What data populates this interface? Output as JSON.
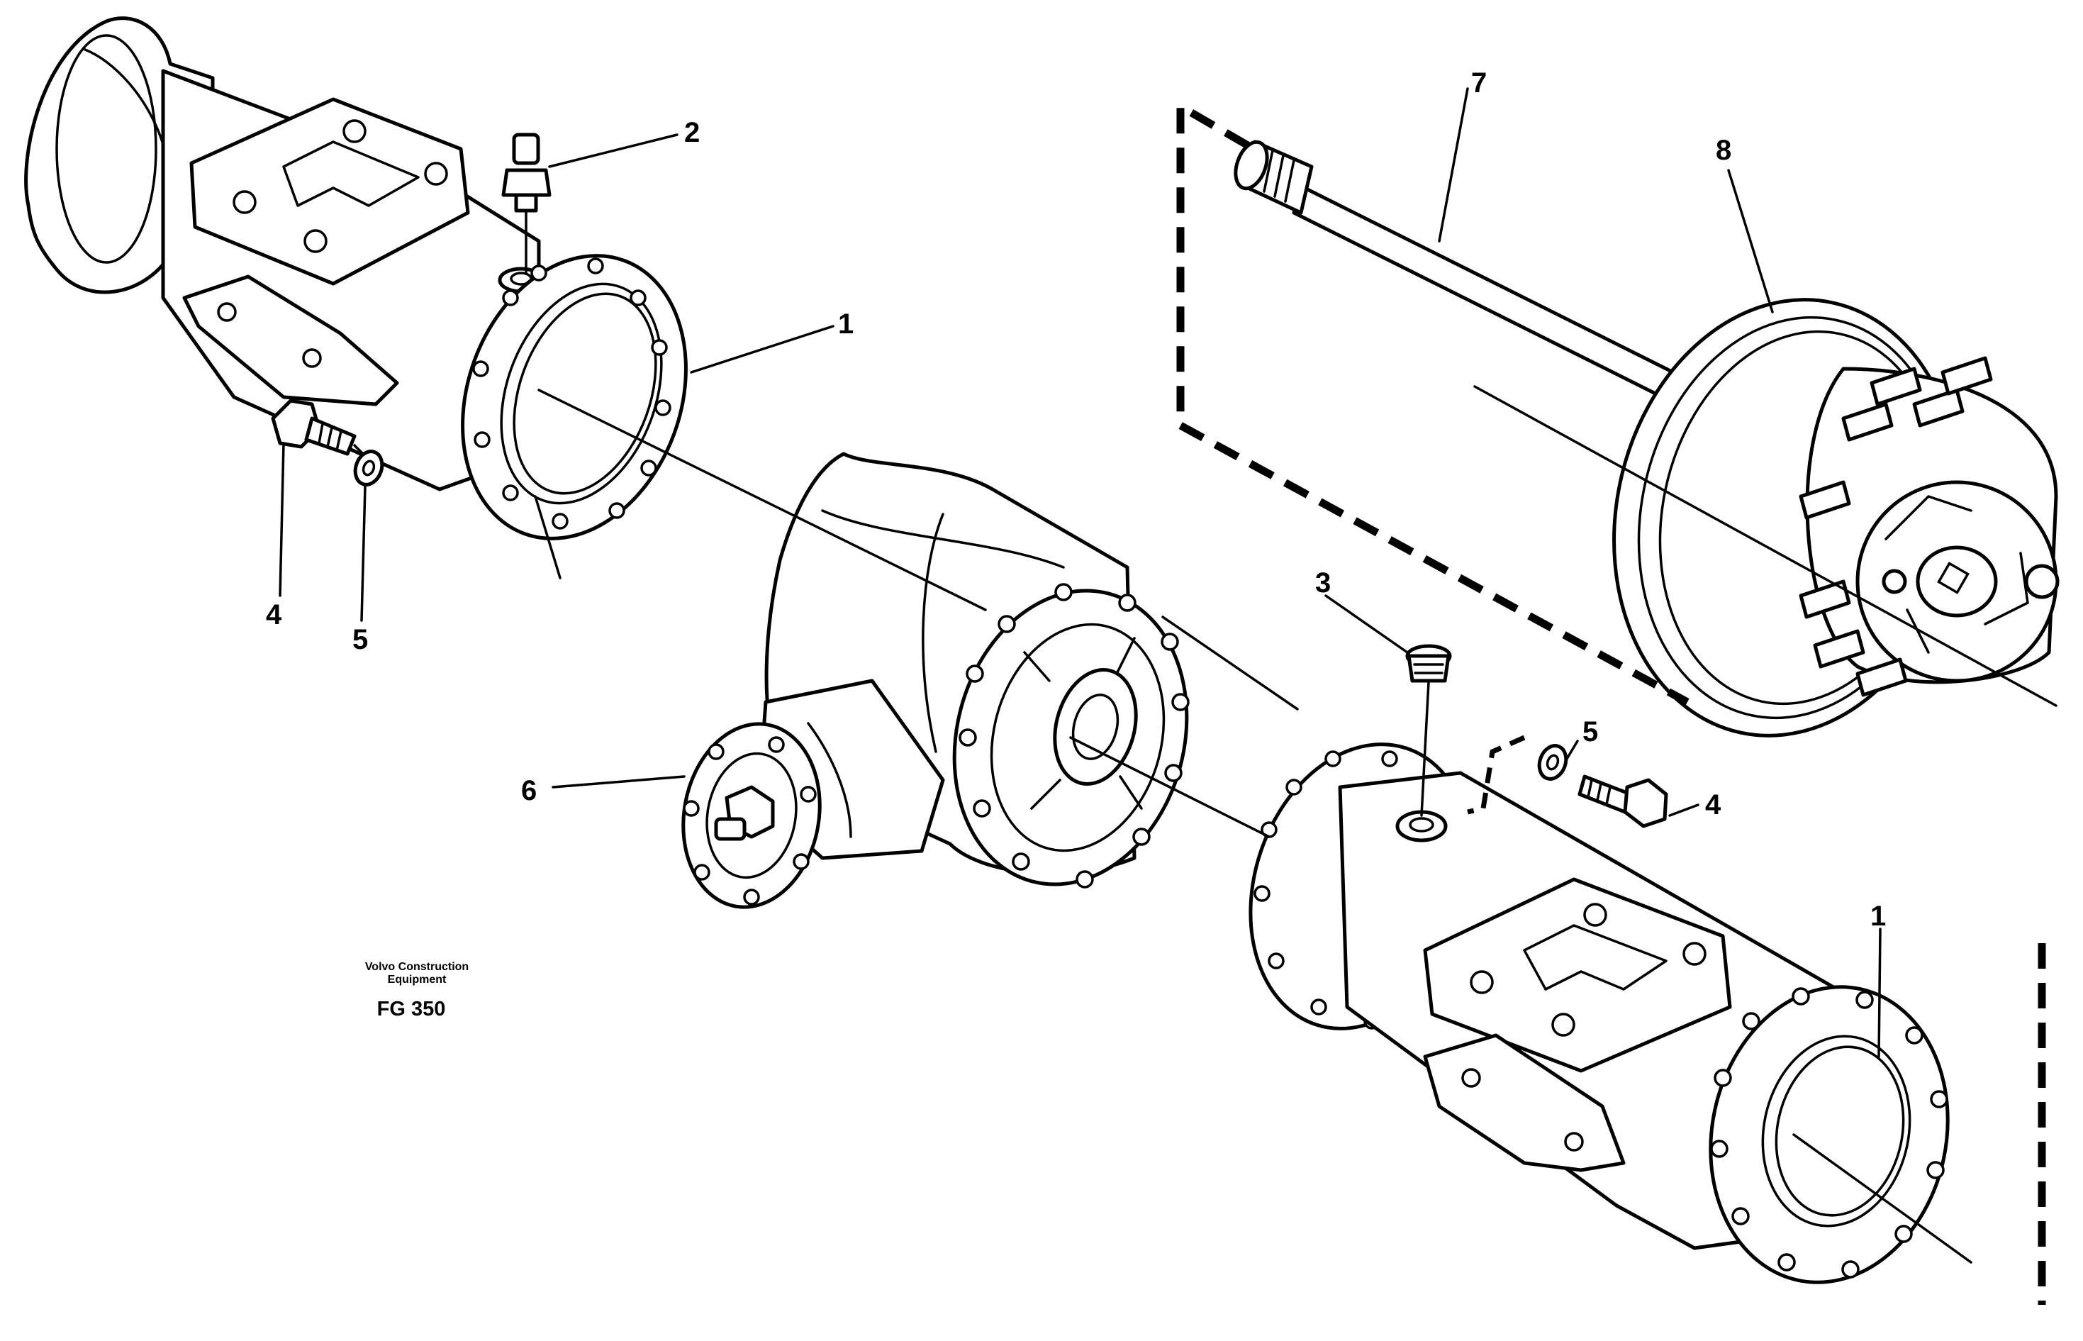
{
  "diagram": {
    "callouts": [
      {
        "id": "c1a",
        "label": "1"
      },
      {
        "id": "c1b",
        "label": "1"
      },
      {
        "id": "c2",
        "label": "2"
      },
      {
        "id": "c3",
        "label": "3"
      },
      {
        "id": "c4a",
        "label": "4"
      },
      {
        "id": "c4b",
        "label": "4"
      },
      {
        "id": "c5a",
        "label": "5"
      },
      {
        "id": "c5b",
        "label": "5"
      },
      {
        "id": "c6",
        "label": "6"
      },
      {
        "id": "c7",
        "label": "7"
      },
      {
        "id": "c8",
        "label": "8"
      }
    ],
    "caption": {
      "line1": "Volvo Construction",
      "line2": "Equipment",
      "code": "FG 350"
    }
  }
}
